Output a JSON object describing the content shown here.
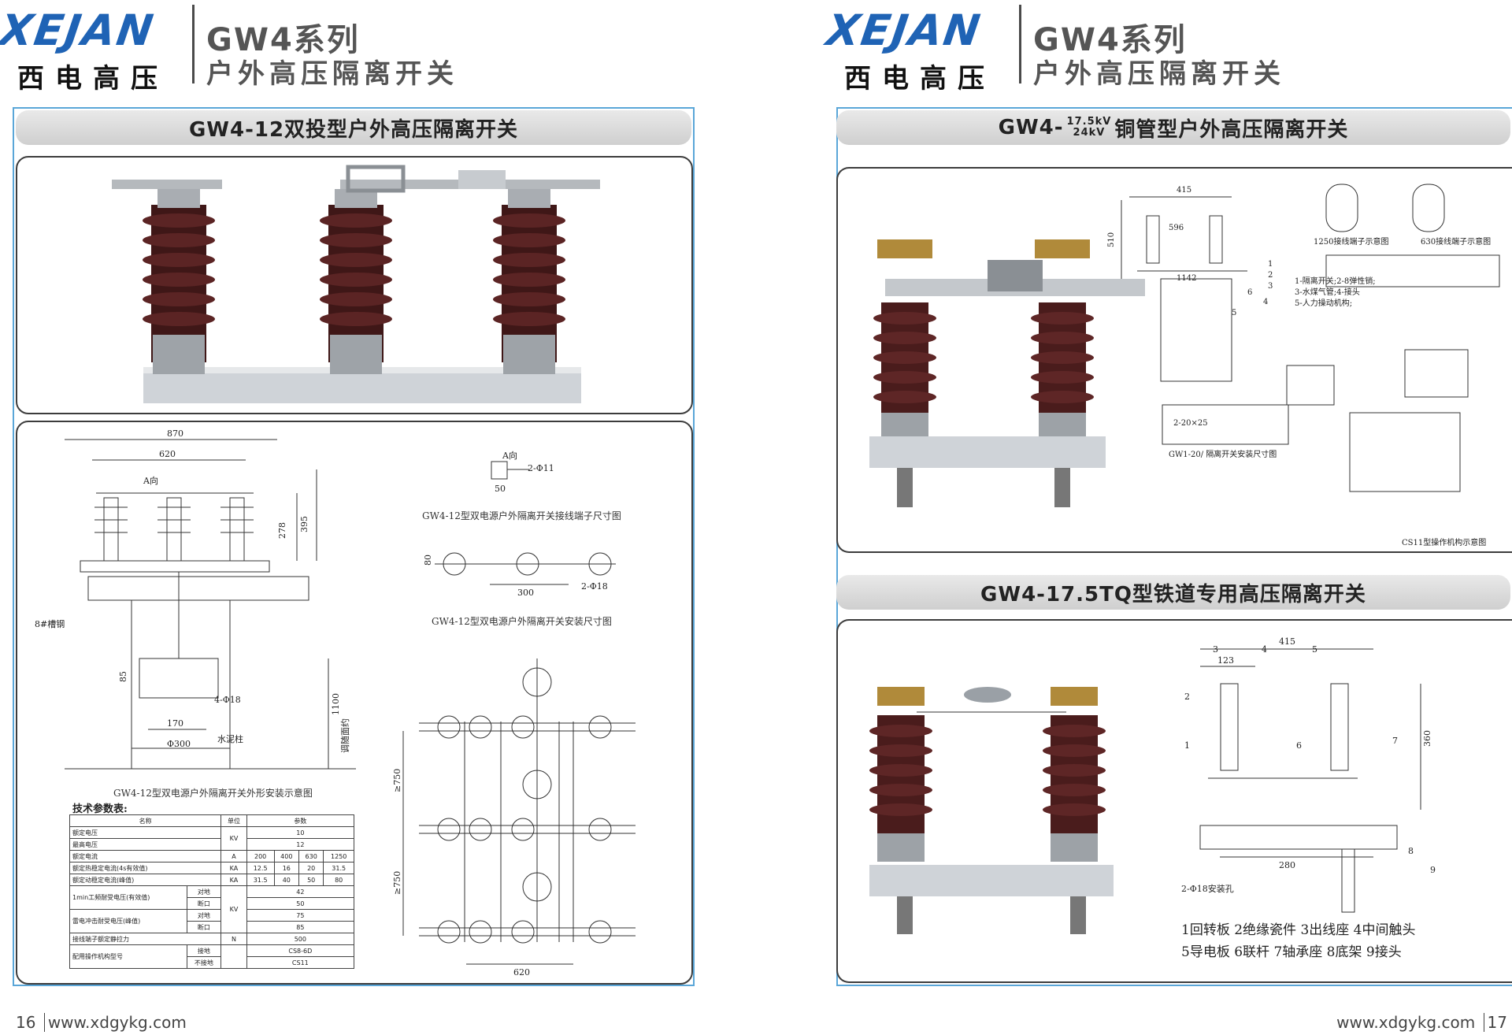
{
  "header": {
    "logo": "XEJAN",
    "brand_cn": "西电高压",
    "series": "GW4系列",
    "series_sub": "户外高压隔离开关"
  },
  "left": {
    "section_title": "GW4-12双投型户外高压隔离开关",
    "drawing_dims": {
      "d870": "870",
      "d620": "620",
      "dA": "A向",
      "d278": "278",
      "d395": "395",
      "d85": "85",
      "d4phi18": "4-Φ18",
      "d170": "170",
      "dphi300": "Φ300",
      "d1100": "1100",
      "d1100_note": "调随面约",
      "channel": "8#槽钢",
      "post": "水泥柱",
      "term_A": "A向",
      "term_phi11": "2-Φ11",
      "term_50": "50",
      "inst_80": "80",
      "inst_300": "300",
      "inst_phi18": "2-Φ18",
      "d750a": "≥750",
      "d750b": "≥750",
      "d620b": "620"
    },
    "captions": {
      "terminal": "GW4-12型双电源户外隔离开关接线端子尺寸图",
      "install": "GW4-12型双电源户外隔离开关安装尺寸图",
      "outline": "GW4-12型双电源户外隔离开关外形安装示意图"
    },
    "spec_title": "技术参数表:",
    "spec_table": {
      "headers": [
        "名称",
        "单位",
        "参数"
      ],
      "rows": [
        {
          "name": "额定电压",
          "unit": "KV",
          "values": [
            "10"
          ]
        },
        {
          "name": "最高电压",
          "unit": "",
          "values": [
            "12"
          ]
        },
        {
          "name": "额定电流",
          "unit": "A",
          "values": [
            "200",
            "400",
            "630",
            "1250"
          ]
        },
        {
          "name": "额定热稳定电流(4s有效值)",
          "unit": "KA",
          "values": [
            "12.5",
            "16",
            "20",
            "31.5"
          ]
        },
        {
          "name": "额定动稳定电流(峰值)",
          "unit": "KA",
          "values": [
            "31.5",
            "40",
            "50",
            "80"
          ]
        },
        {
          "name": "1min工频耐受电压(有效值)",
          "sub": "对地",
          "unit": "KV",
          "values": [
            "42"
          ]
        },
        {
          "name": "",
          "sub": "断口",
          "unit": "",
          "values": [
            "50"
          ]
        },
        {
          "name": "雷电冲击耐受电压(峰值)",
          "sub": "对地",
          "unit": "",
          "values": [
            "75"
          ]
        },
        {
          "name": "",
          "sub": "断口",
          "unit": "",
          "values": [
            "85"
          ]
        },
        {
          "name": "接线端子额定静拉力",
          "unit": "N",
          "values": [
            "500"
          ]
        },
        {
          "name": "配用操作机构型号",
          "sub": "接地",
          "unit": "",
          "values": [
            "CS8-6D"
          ]
        },
        {
          "name": "",
          "sub": "不接地",
          "unit": "",
          "values": [
            "CS11"
          ]
        }
      ]
    },
    "page_number": "16",
    "url": "www.xdgykg.com"
  },
  "right": {
    "section1_title_prefix": "GW4-",
    "section1_title_top": "17.5kV",
    "section1_title_bottom": "24kV",
    "section1_title_suffix": "铜管型户外高压隔离开关",
    "section2_title": "GW4-17.5TQ型铁道专用高压隔离开关",
    "drawing1": {
      "d415": "415",
      "d596": "596",
      "d510": "510",
      "d1142": "1142",
      "n1": "1",
      "n2": "2",
      "n3": "3",
      "n4": "4",
      "n5": "5",
      "n6": "6",
      "legend1": "1-隔离开关;2-8弹性销;",
      "legend2": "3-水煤气管;4-接头",
      "legend3": "5-人力操动机构;",
      "term1250": "1250接线端子示意图",
      "term630": "630接线端子示意图",
      "hole": "2-20×25",
      "gw1": "GW1-20/ 隔离开关安装尺寸图",
      "cs11": "CS11型操作机构示意图"
    },
    "drawing2": {
      "d415": "415",
      "d123": "123",
      "d280": "280",
      "d360": "360",
      "hole": "2-Φ18安装孔",
      "n1": "1",
      "n2": "2",
      "n3": "3",
      "n4": "4",
      "n5": "5",
      "n6": "6",
      "n7": "7",
      "n8": "8",
      "n9": "9"
    },
    "parts_line1": "1回转板 2绝缘瓷件 3出线座 4中间触头",
    "parts_line2": "5导电板 6联杆 7轴承座 8底架 9接头",
    "page_number": "17",
    "url": "www.xdgykg.com"
  }
}
